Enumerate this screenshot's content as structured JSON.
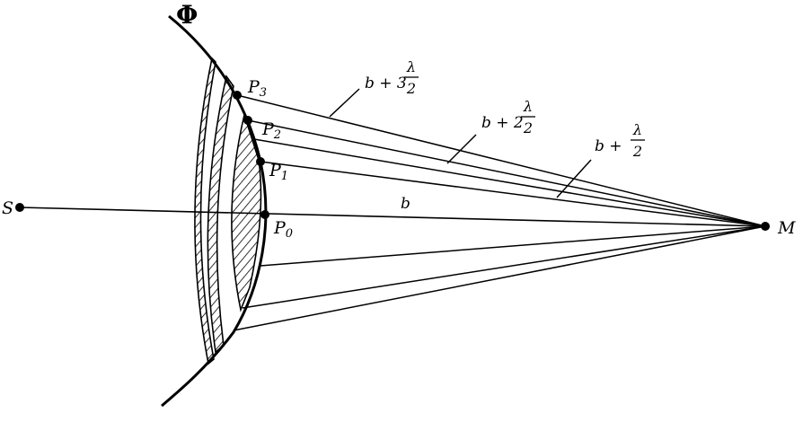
{
  "wavefront_label": "Φ",
  "source_label": "S",
  "observer_label": "M",
  "points": [
    {
      "main": "P",
      "sub": "3"
    },
    {
      "main": "P",
      "sub": "2"
    },
    {
      "main": "P",
      "sub": "1"
    },
    {
      "main": "P",
      "sub": "0"
    }
  ],
  "distances": [
    {
      "prefix": "b + 3",
      "num": "λ",
      "den": "2"
    },
    {
      "prefix": "b + 2",
      "num": "λ",
      "den": "2"
    },
    {
      "prefix": "b +",
      "num": "λ",
      "den": "2"
    },
    {
      "prefix": "b",
      "num": "",
      "den": ""
    }
  ]
}
